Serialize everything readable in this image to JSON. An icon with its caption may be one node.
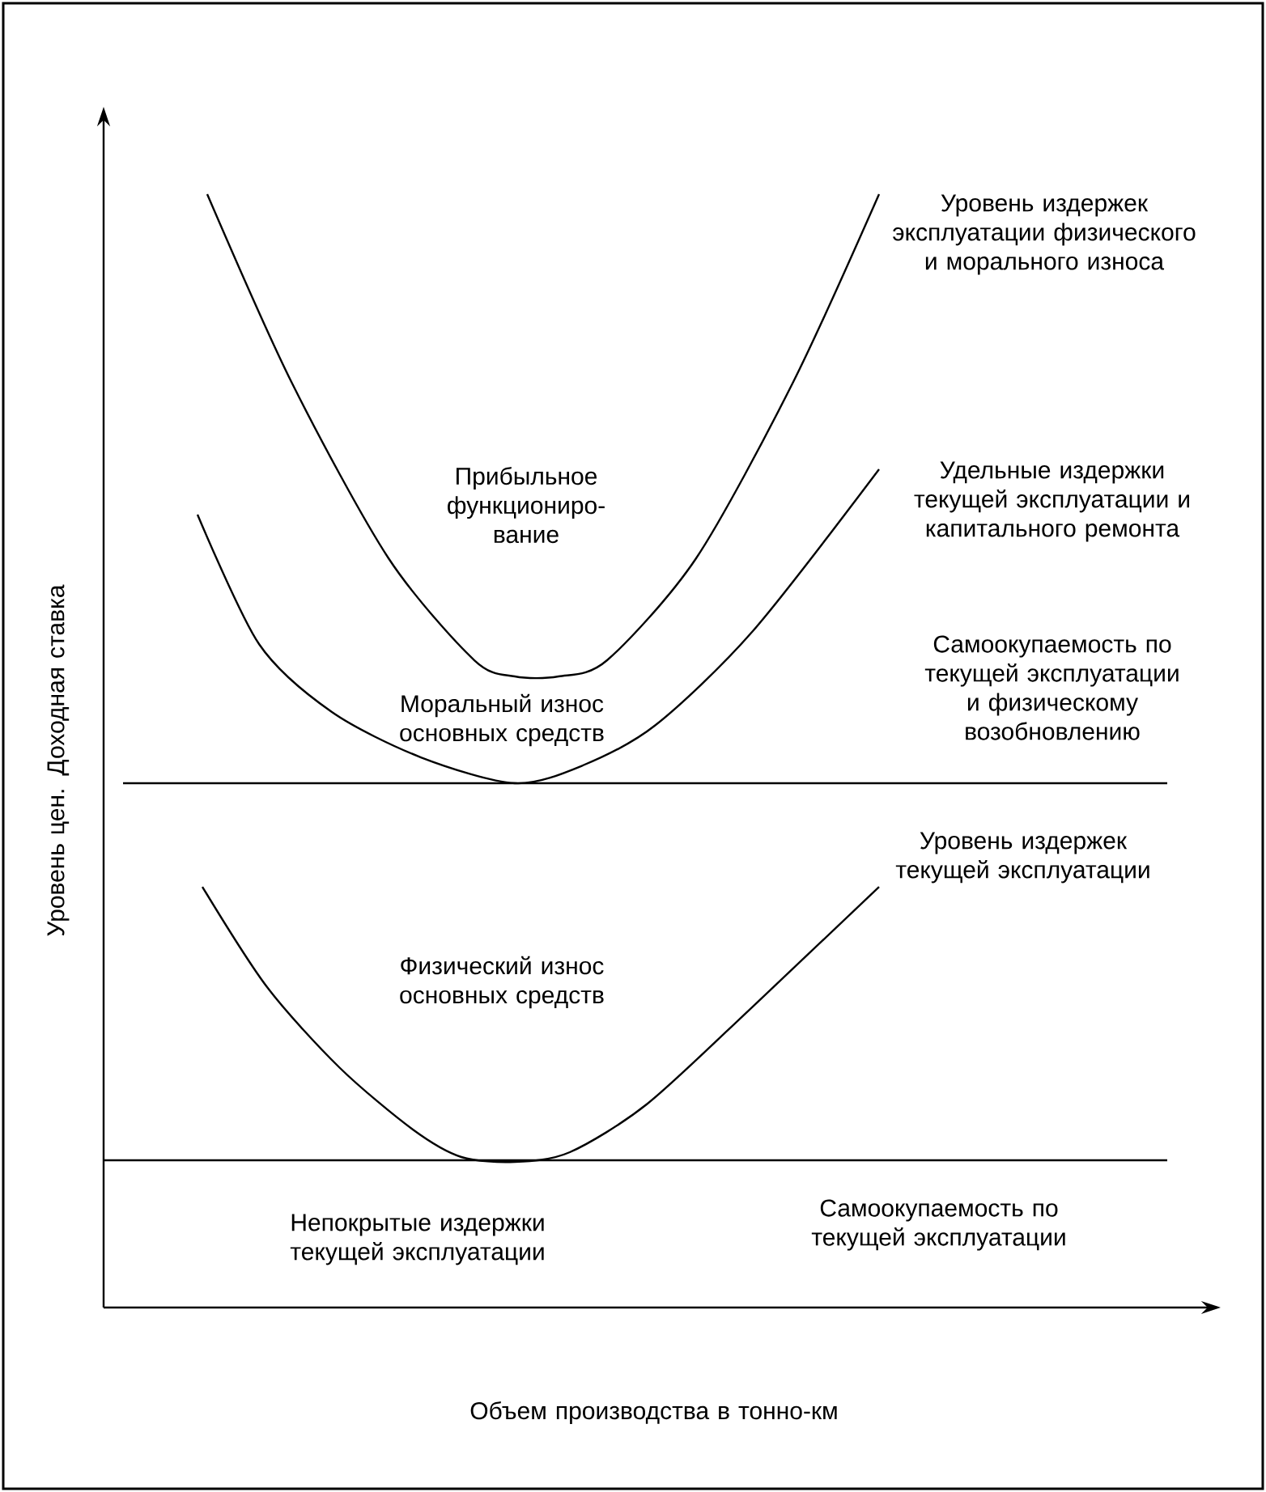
{
  "diagram": {
    "labels": [
      "Уровень издержек эксплуатации физического и морального износа",
      "Прибыльное функциониро- вание",
      "Удельные издержки текущей эксплуатации и капитального ремонта",
      "Моральный износ основных средств",
      "Самоокупаемость по текущей эксплуатации и физическому возобновлению",
      "Физический износ основных средств",
      "Уровень издержек текущей эксплуатации",
      "Непокрытые издержки текущей эксплуатации",
      "Самоокупаемость по текущей эксплуатации",
      "Уровень цен. Доходная ставка",
      "Объем производства в тонно-км"
    ]
  }
}
